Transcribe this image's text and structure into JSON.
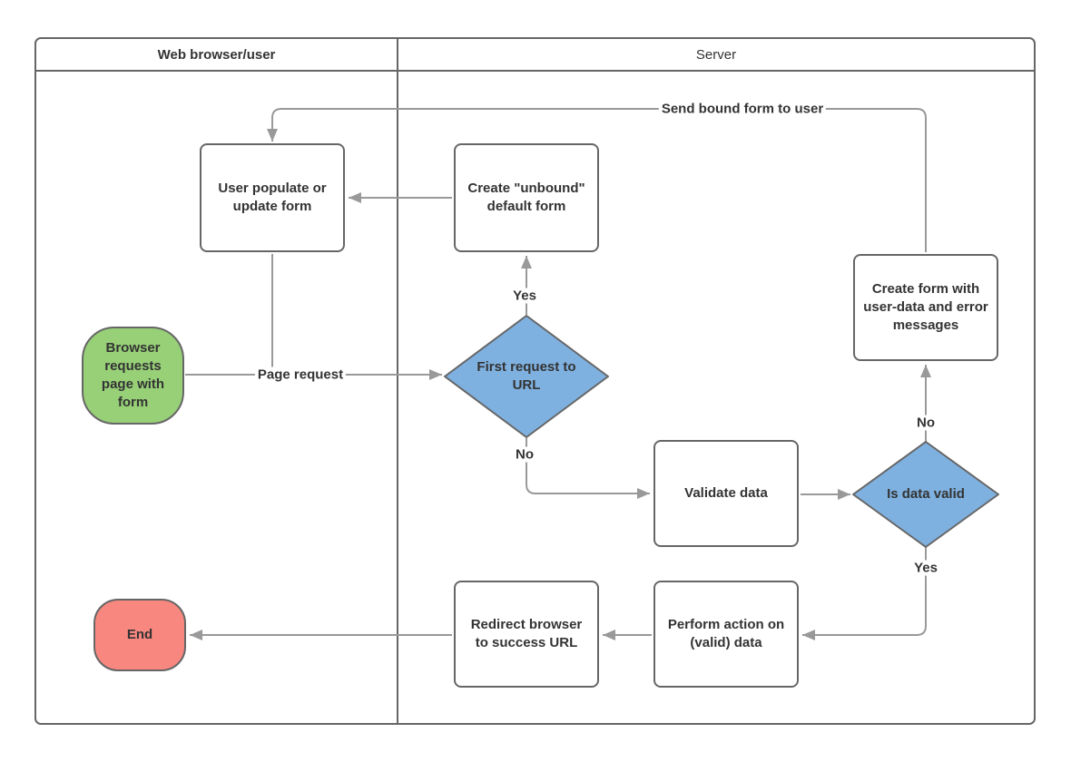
{
  "diagram": {
    "lanes": {
      "browser": {
        "label": "Web browser/user"
      },
      "server": {
        "label": "Server"
      }
    },
    "nodes": {
      "browser_request": {
        "label": "Browser requests page with form",
        "type": "start"
      },
      "user_populate": {
        "label": "User populate or update form",
        "type": "process"
      },
      "create_unbound": {
        "label": "Create \"unbound\" default form",
        "type": "process"
      },
      "first_request": {
        "label": "First request to URL",
        "type": "decision"
      },
      "validate_data": {
        "label": "Validate data",
        "type": "process"
      },
      "is_data_valid": {
        "label": "Is data valid",
        "type": "decision"
      },
      "create_form_errors": {
        "label": "Create form with user-data and error messages",
        "type": "process"
      },
      "perform_action": {
        "label": "Perform action on (valid) data",
        "type": "process"
      },
      "redirect_browser": {
        "label": "Redirect browser to success URL",
        "type": "process"
      },
      "end": {
        "label": "End",
        "type": "end"
      }
    },
    "edge_labels": {
      "page_request": "Page request",
      "send_bound_form": "Send bound form to user",
      "first_request_yes": "Yes",
      "first_request_no": "No",
      "is_valid_no": "No",
      "is_valid_yes": "Yes"
    },
    "colors": {
      "start_fill": "#97d077",
      "end_fill": "#f8877f",
      "decision_fill": "#7fb1e0",
      "shape_stroke": "#666666",
      "connector": "#999999",
      "text": "#333333"
    }
  }
}
